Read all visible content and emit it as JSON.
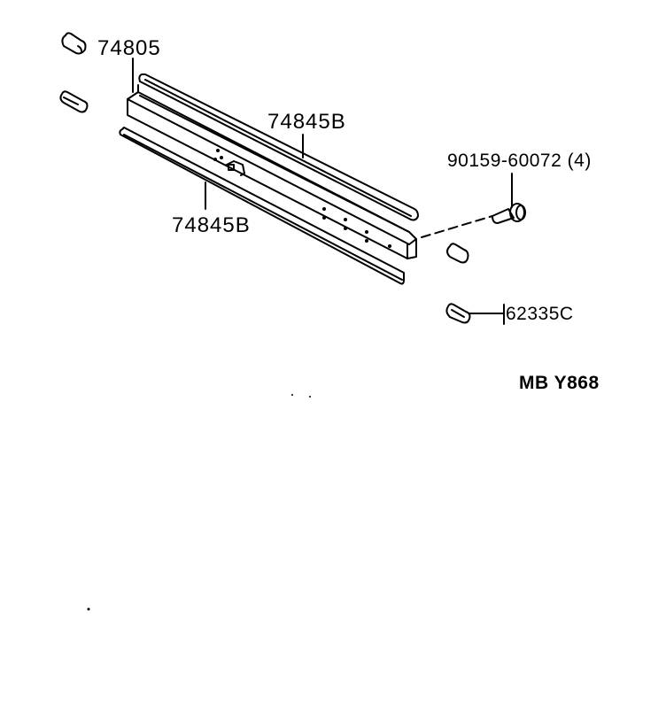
{
  "diagram": {
    "type": "parts-exploded-view",
    "colors": {
      "ink": "#000000",
      "background": "#ffffff"
    },
    "parts": [
      {
        "id": "p1",
        "label": "74805",
        "description": "end clip (cap and clamp)"
      },
      {
        "id": "p2",
        "label": "74845B",
        "description": "upper trim rail"
      },
      {
        "id": "p3",
        "label": "74845B",
        "description": "lower trim strip"
      },
      {
        "id": "p4",
        "label": "90159-60072",
        "qty": "(4)",
        "description": "screw"
      },
      {
        "id": "p5",
        "label": "62335C",
        "description": "clip"
      }
    ],
    "code": "MB Y868"
  }
}
